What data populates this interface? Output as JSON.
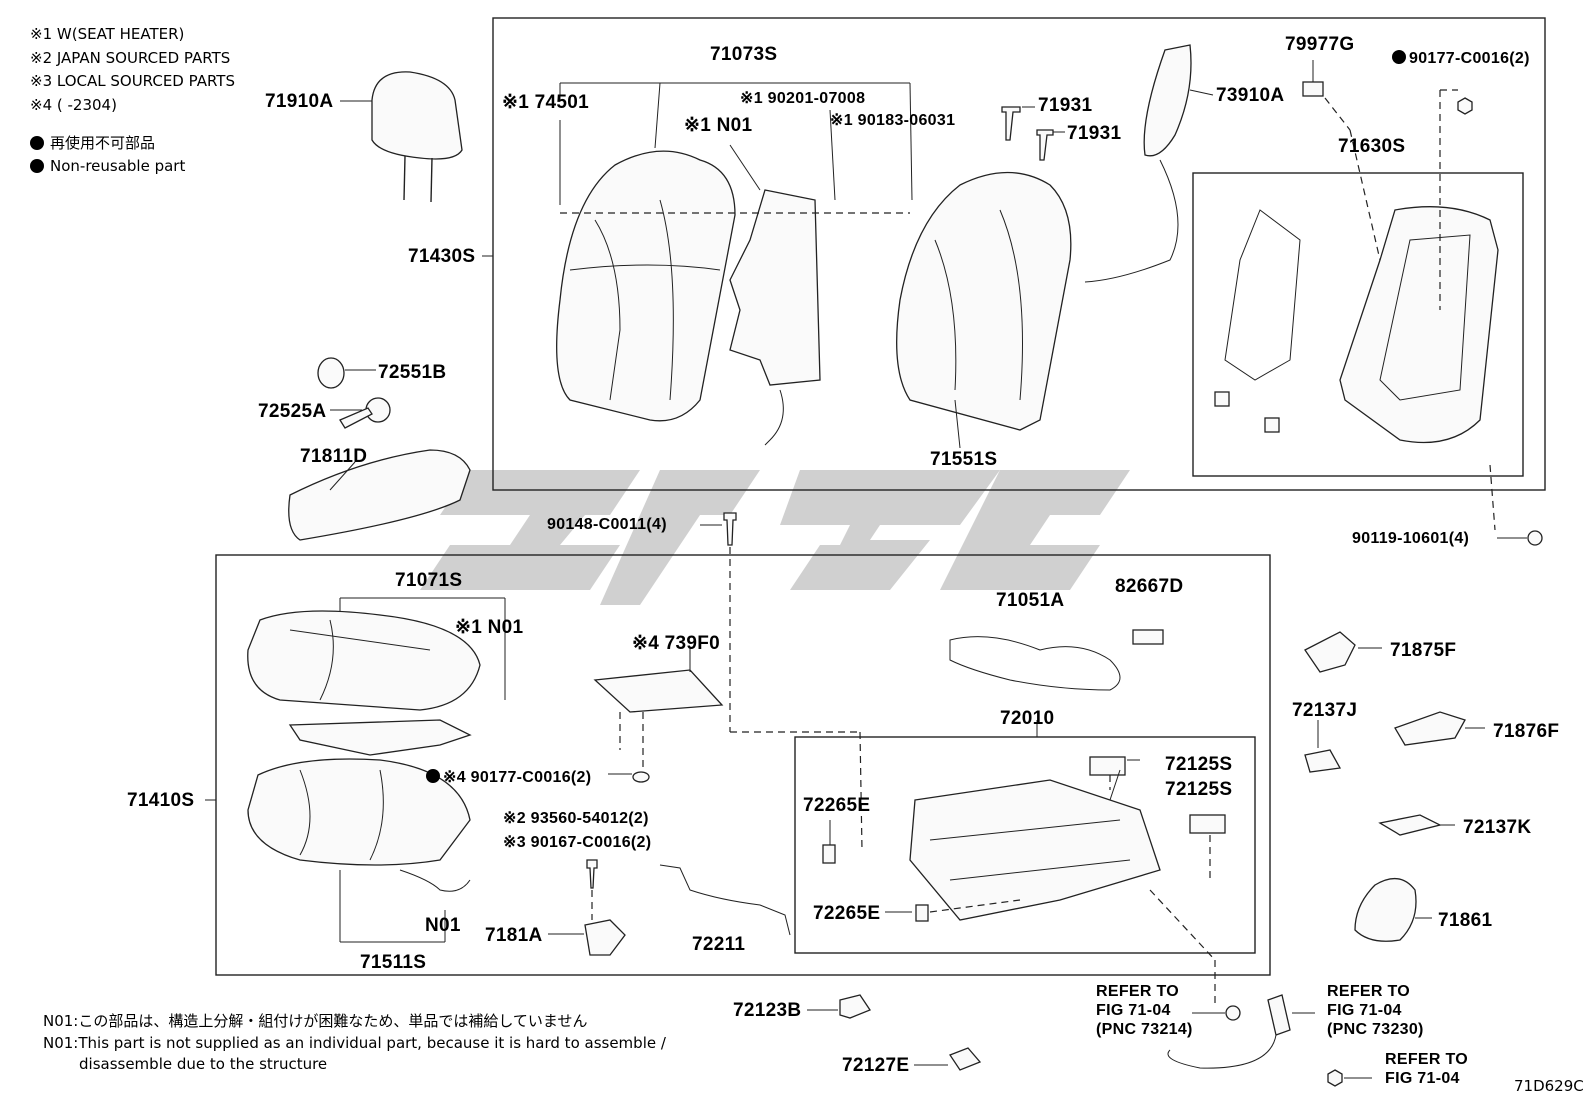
{
  "legend_notes": [
    "※1 W(SEAT HEATER)",
    "※2 JAPAN SOURCED PARTS",
    "※3 LOCAL SOURCED PARTS",
    "※4 (       -2304)"
  ],
  "symbols": {
    "non_reusable_ja": "再使用不可部品",
    "non_reusable_en": "Non-reusable part"
  },
  "parts": {
    "p71910A": "71910A",
    "p71073S": "71073S",
    "p74501": "※1 74501",
    "p90201": "※1 90201-07008",
    "pN01a": "※1 N01",
    "p90183": "※1 90183-06031",
    "p71430S": "71430S",
    "p71931a": "71931",
    "p71931b": "71931",
    "p73910A": "73910A",
    "p79977G": "79977G",
    "p90177a": "90177-C0016(2)",
    "p71630S": "71630S",
    "p71551S": "71551S",
    "p72551B": "72551B",
    "p72525A": "72525A",
    "p71811D": "71811D",
    "p90148": "90148-C0011(4)",
    "p90119": "90119-10601(4)",
    "p71071S": "71071S",
    "pN01b": "※1 N01",
    "p739F0": "※4 739F0",
    "p71051A": "71051A",
    "p82667D": "82667D",
    "p71875F": "71875F",
    "p72137J": "72137J",
    "p71876F": "71876F",
    "p72010": "72010",
    "p72125Sa": "72125S",
    "p72125Sb": "72125S",
    "p72137K": "72137K",
    "p71410S": "71410S",
    "p90177b": "※4 90177-C0016(2)",
    "p93560": "※2 93560-54012(2)",
    "p90167": "※3 90167-C0016(2)",
    "p72265Ea": "72265E",
    "p72265Eb": "72265E",
    "p71861": "71861",
    "pN01c": "N01",
    "p71511S": "71511S",
    "p7181A": "7181A",
    "p72211": "72211",
    "p72123B": "72123B",
    "p72127E": "72127E"
  },
  "refers": {
    "r1": [
      "REFER TO",
      "FIG 71-04",
      "(PNC 73214)"
    ],
    "r2": [
      "REFER TO",
      "FIG 71-04",
      "(PNC 73230)"
    ],
    "r3": [
      "REFER TO",
      "FIG 71-04"
    ]
  },
  "footnotes": {
    "ja": "N01:この部品は、構造上分解・組付けが困難なため、単品では補給していません",
    "en1": "N01:This part is not supplied as an individual part, because it is hard to assemble /",
    "en2": "disassemble due to the structure"
  },
  "diagram_code": "71D629C"
}
